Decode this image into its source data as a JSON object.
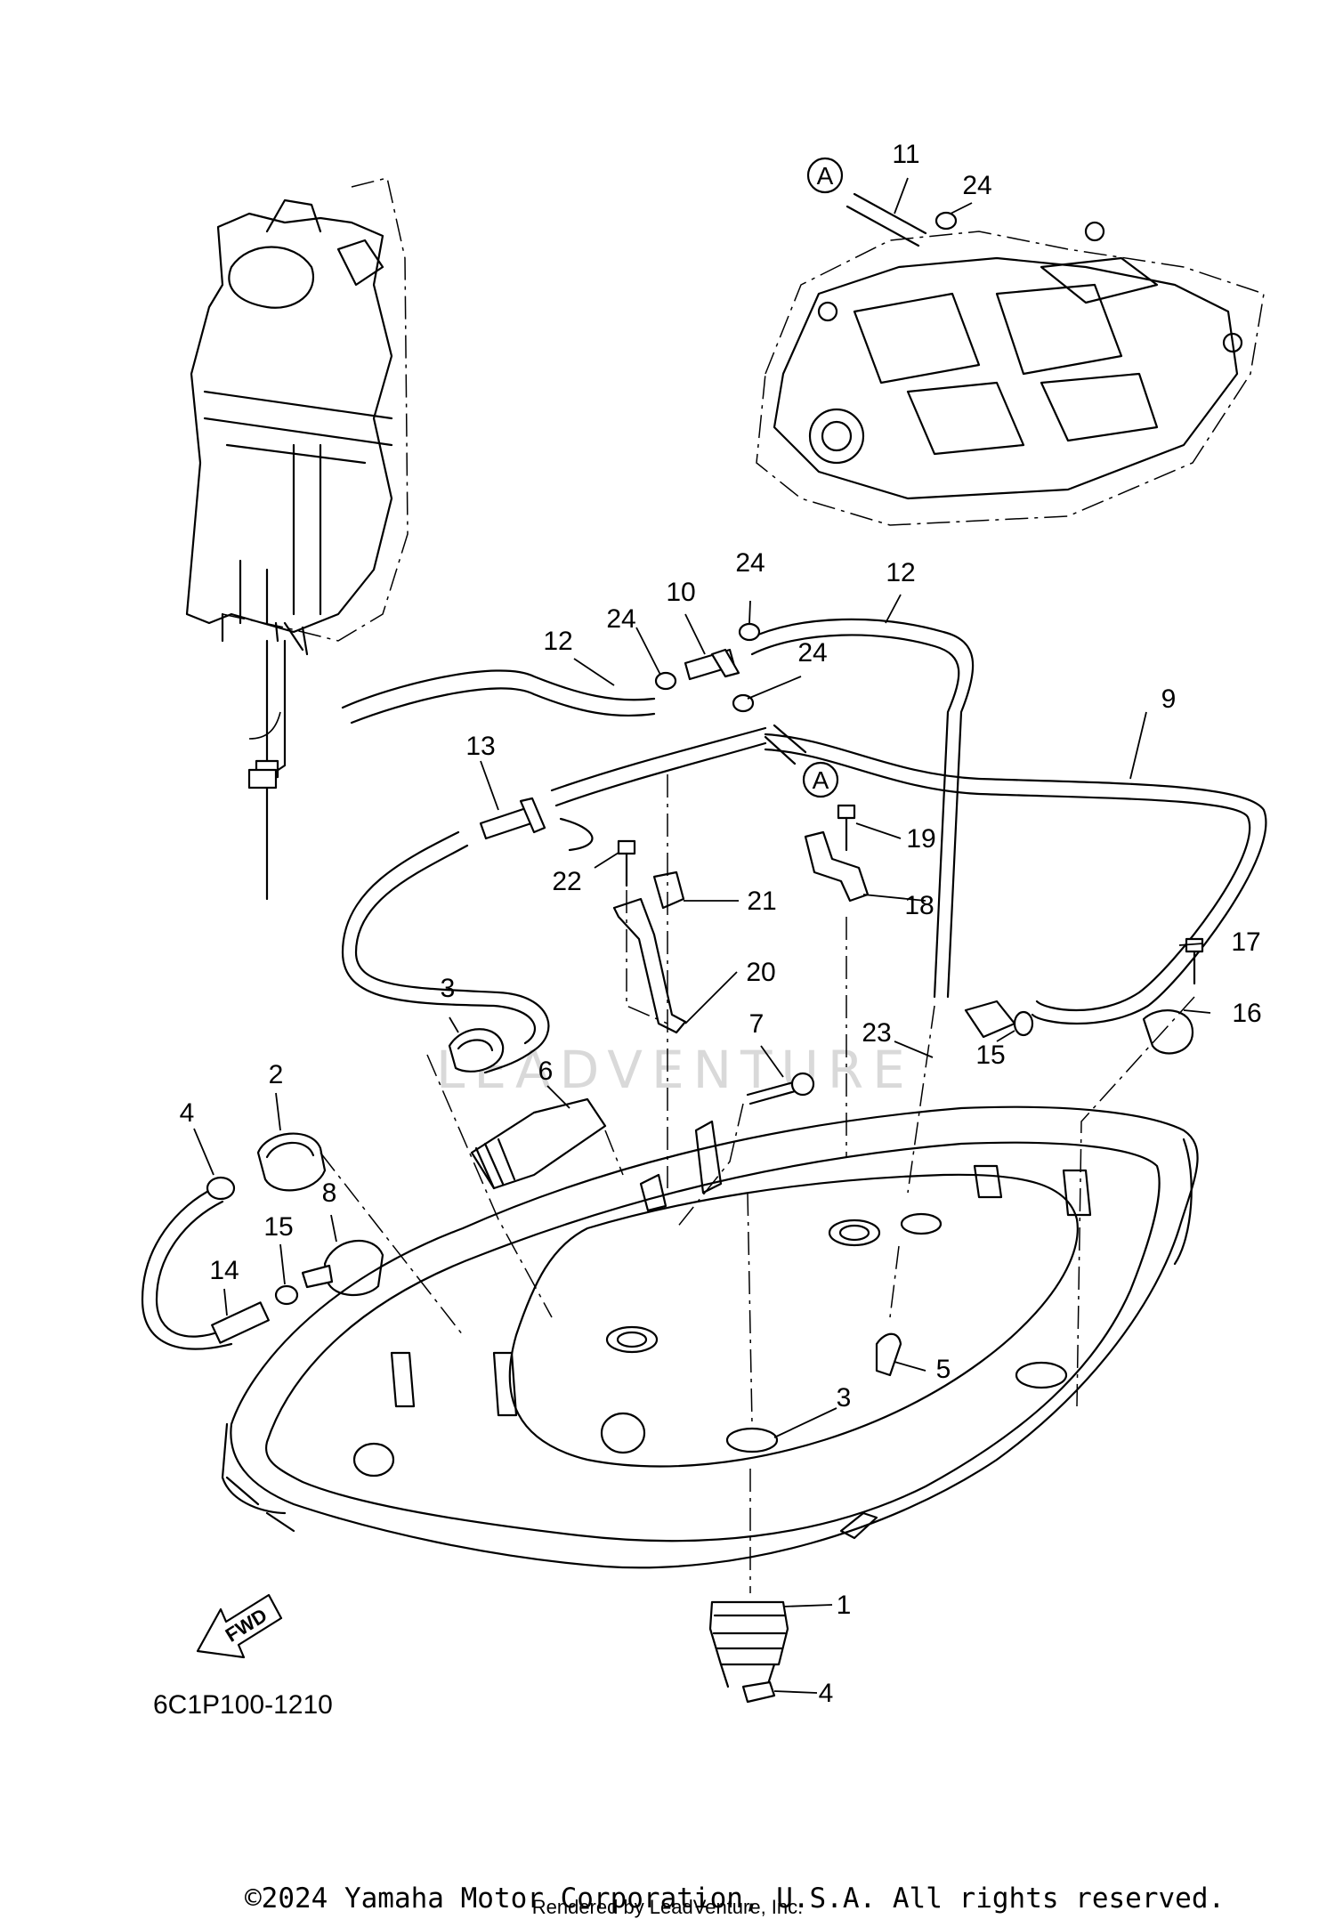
{
  "diagram": {
    "callouts": [
      {
        "id": "c11",
        "label": "11"
      },
      {
        "id": "c24a",
        "label": "24"
      },
      {
        "id": "c12a",
        "label": "12"
      },
      {
        "id": "c24b",
        "label": "24"
      },
      {
        "id": "c10",
        "label": "10"
      },
      {
        "id": "c24c",
        "label": "24"
      },
      {
        "id": "c12b",
        "label": "12"
      },
      {
        "id": "c24d",
        "label": "24"
      },
      {
        "id": "c9",
        "label": "9"
      },
      {
        "id": "c13",
        "label": "13"
      },
      {
        "id": "c19",
        "label": "19"
      },
      {
        "id": "c22",
        "label": "22"
      },
      {
        "id": "c21",
        "label": "21"
      },
      {
        "id": "c18",
        "label": "18"
      },
      {
        "id": "c20",
        "label": "20"
      },
      {
        "id": "c17",
        "label": "17"
      },
      {
        "id": "c3a",
        "label": "3"
      },
      {
        "id": "c7",
        "label": "7"
      },
      {
        "id": "c23",
        "label": "23"
      },
      {
        "id": "c15a",
        "label": "15"
      },
      {
        "id": "c16",
        "label": "16"
      },
      {
        "id": "c6",
        "label": "6"
      },
      {
        "id": "c2",
        "label": "2"
      },
      {
        "id": "c4a",
        "label": "4"
      },
      {
        "id": "c8",
        "label": "8"
      },
      {
        "id": "c15b",
        "label": "15"
      },
      {
        "id": "c14",
        "label": "14"
      },
      {
        "id": "c5",
        "label": "5"
      },
      {
        "id": "c3b",
        "label": "3"
      },
      {
        "id": "c1",
        "label": "1"
      },
      {
        "id": "c4b",
        "label": "4"
      }
    ],
    "reference_markers": [
      {
        "id": "ra1",
        "label": "A"
      },
      {
        "id": "ra2",
        "label": "A"
      }
    ],
    "direction_marker": "FWD",
    "diagram_code": "6C1P100-1210",
    "watermark": "LEADVENTURE",
    "copyright": "©2024 Yamaha Motor Corporation, U.S.A. All rights reserved.",
    "rendered_by": "Rendered by LeadVenture, Inc."
  }
}
